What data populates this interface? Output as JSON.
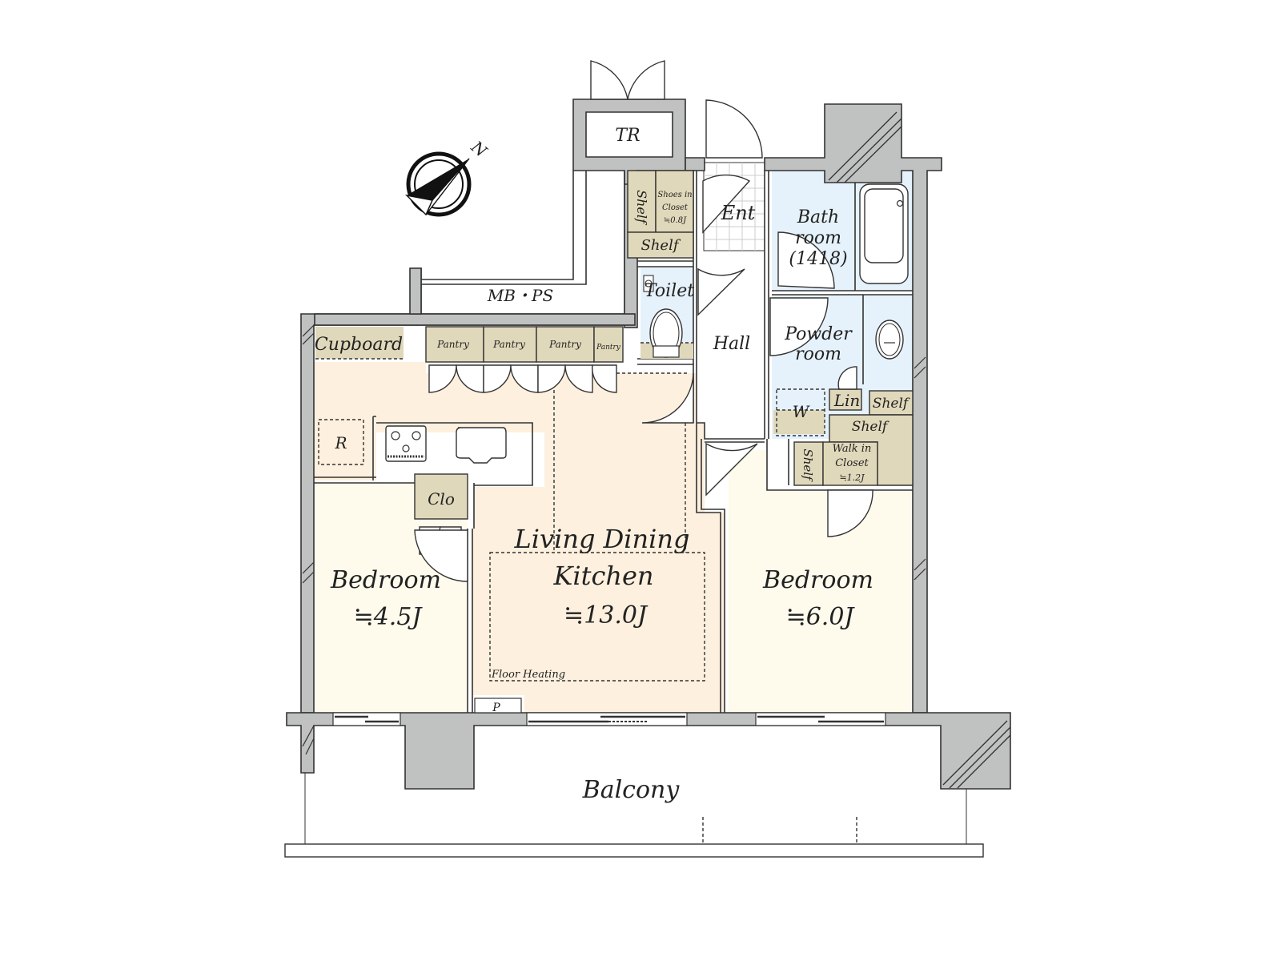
{
  "colors": {
    "wall": "#c0c1c1",
    "ldk": "#fdf0de",
    "bedroom": "#fefbed",
    "wet": "#e6f2fb",
    "storage": "#e0d8ba",
    "outline": "#333333"
  },
  "compass": {
    "label": "N"
  },
  "rooms": {
    "tr": {
      "label": "TR"
    },
    "mbps": {
      "label": "MB・PS"
    },
    "entrance": {
      "label": "Ent"
    },
    "shoe_shelf": {
      "label": "Shelf"
    },
    "shoes_closet": {
      "line1": "Shoes in",
      "line2": "Closet",
      "size": "≒0.8J"
    },
    "shoe_shelf_lower": {
      "label": "Shelf"
    },
    "bathroom": {
      "line1": "Bath",
      "line2": "room",
      "line3": "(1418)"
    },
    "toilet": {
      "label": "Toilet"
    },
    "hall": {
      "label": "Hall"
    },
    "powder_room": {
      "line1": "Powder",
      "line2": "room"
    },
    "washer": {
      "label": "W"
    },
    "linen": {
      "label": "Lin"
    },
    "shelf_a": {
      "label": "Shelf"
    },
    "shelf_b": {
      "label": "Shelf"
    },
    "shelf_c": {
      "label": "Shelf"
    },
    "walk_in_closet": {
      "line1": "Walk in",
      "line2": "Closet",
      "size": "≒1.2J"
    },
    "cupboard": {
      "label": "Cupboard"
    },
    "pantries": [
      {
        "label": "Pantry"
      },
      {
        "label": "Pantry"
      },
      {
        "label": "Pantry"
      },
      {
        "label": "Pantry"
      }
    ],
    "refrigerator": {
      "label": "R"
    },
    "closet": {
      "label": "Clo"
    },
    "ldk": {
      "line1": "Living Dining",
      "line2": "Kitchen",
      "size": "≒13.0J",
      "note": "Floor Heating"
    },
    "bedroom_west": {
      "label": "Bedroom",
      "size": "≒4.5J"
    },
    "bedroom_east": {
      "label": "Bedroom",
      "size": "≒6.0J"
    },
    "pipe": {
      "label": "P"
    },
    "balcony": {
      "label": "Balcony"
    }
  }
}
